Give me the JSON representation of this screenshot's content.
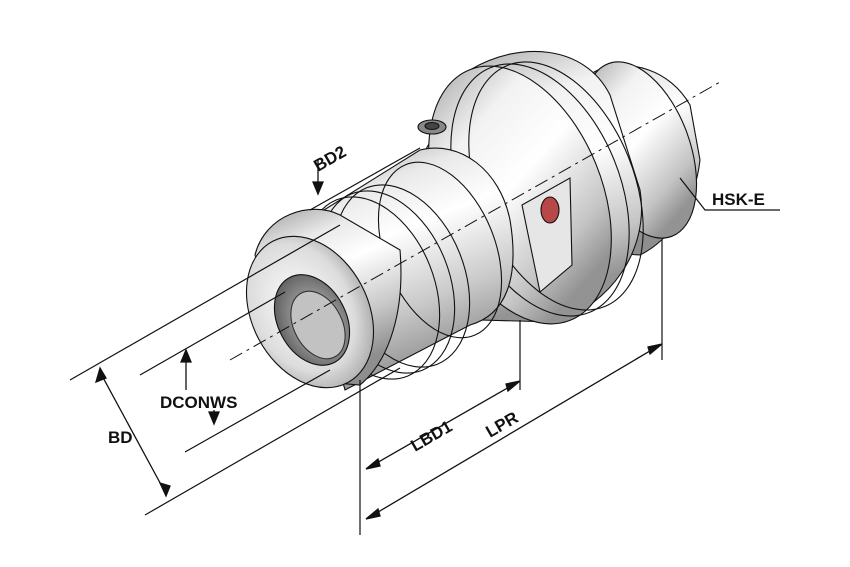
{
  "labels": {
    "bd2": "BD2",
    "hsk_e": "HSK-E",
    "dconws": "DCONWS",
    "bd": "BD",
    "lbd1": "LBD1",
    "lpr": "LPR"
  },
  "colors": {
    "line": "#111111",
    "metal_light": "#f4f4f4",
    "metal_mid": "#cfcfcf",
    "metal_dark": "#8a8a8a",
    "pin": "#b84848"
  }
}
